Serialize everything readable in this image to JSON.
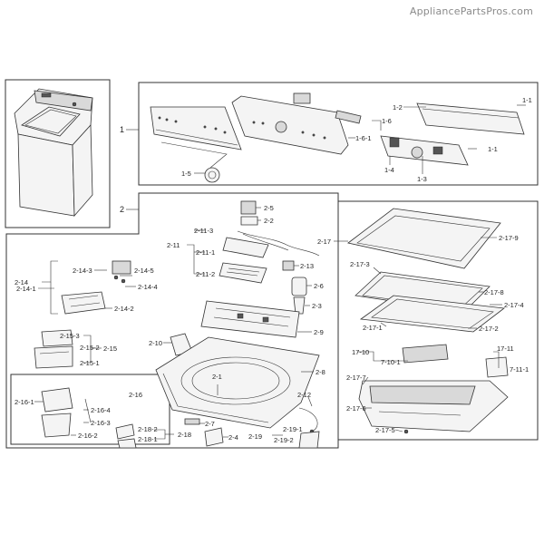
{
  "watermark": "AppliancePartsPros.com",
  "sections": {
    "s1": "1",
    "s2": "2"
  },
  "labels": {
    "l1_1a": "1-1",
    "l1_2": "1-2",
    "l1_6": "1-6",
    "l1_6_1": "1-6-1",
    "l1_1b": "1-1",
    "l1_4": "1-4",
    "l1_3": "1-3",
    "l1_5": "1-5",
    "l2_5": "2-5",
    "l2_2": "2-2",
    "l2_11_3": "2-11-3",
    "l2_11": "2-11",
    "l2_11_1": "2-11-1",
    "l2_11_2": "2-11-2",
    "l2_13": "2-13",
    "l2_6": "2-6",
    "l2_3": "2-3",
    "l2_9": "2-9",
    "l2_14": "2-14",
    "l2_14_3": "2-14-3",
    "l2_14_5": "2-14-5",
    "l2_14_4": "2-14-4",
    "l2_14_1": "2-14-1",
    "l2_14_2": "2-14-2",
    "l2_15_3": "2-15-3",
    "l2_15_2": "2-15-2",
    "l2_15": "2-15",
    "l2_15_1": "2-15-1",
    "l2_10": "2-10",
    "l2_8": "2-8",
    "l2_1": "2-1",
    "l2_12": "2-12",
    "l2_16": "2-16",
    "l2_16_1": "2-16-1",
    "l2_16_4": "2-16-4",
    "l2_16_3": "2-16-3",
    "l2_16_2": "2-16-2",
    "l2_7": "2-7",
    "l2_18_2": "2-18-2",
    "l2_18": "2-18",
    "l2_18_1": "2-18-1",
    "l2_4": "2-4",
    "l2_19": "2-19",
    "l2_19_1": "2-19-1",
    "l2_19_2": "2-19-2",
    "l2_17": "2-17",
    "l2_17_9": "2-17-9",
    "l2_17_3": "2-17-3",
    "l2_17_8": "2-17-8",
    "l2_17_4": "2-17-4",
    "l2_17_1": "2-17-1",
    "l2_17_2": "2-17-2",
    "l17_10": "17-10",
    "l7_10_1": "7-10-1",
    "l17_11": "17-11",
    "l7_11_1": "7-11-1",
    "l2_17_7": "2-17-7",
    "l2_17_6": "2-17-6",
    "l2_17_5": "2-17-5"
  }
}
